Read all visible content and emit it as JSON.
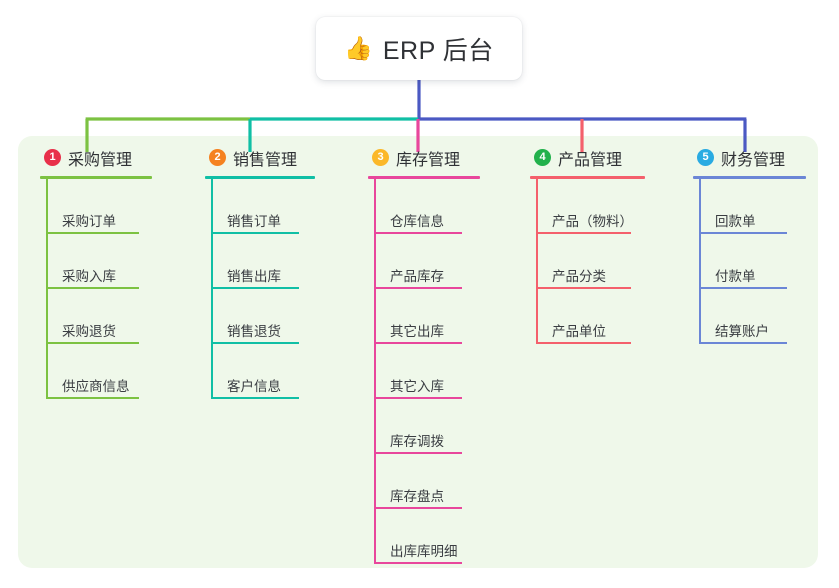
{
  "root": {
    "emoji": "👍",
    "emoji_name": "thumbs-up-icon",
    "title": "ERP 后台"
  },
  "theme": {
    "panel_bg": "#eff8ea",
    "card_bg": "#ffffff",
    "text": "#2f3135",
    "item_text": "#3a3d42",
    "trunk": "#4b59c3",
    "bar_left": "#7cc242",
    "bar_mid": "#10bfa5",
    "bar_right": "#4b59c3"
  },
  "columns": [
    {
      "index": "1",
      "title": "采购管理",
      "badge_color": "#e8304a",
      "line_color": "#7cc242",
      "drop_color": "#7cc242",
      "items": [
        "采购订单",
        "采购入库",
        "采购退货",
        "供应商信息"
      ]
    },
    {
      "index": "2",
      "title": "销售管理",
      "badge_color": "#f58220",
      "line_color": "#10bfa5",
      "drop_color": "#10bfa5",
      "items": [
        "销售订单",
        "销售出库",
        "销售退货",
        "客户信息"
      ]
    },
    {
      "index": "3",
      "title": "库存管理",
      "badge_color": "#fbb829",
      "line_color": "#e8479c",
      "drop_color": "#e8479c",
      "items": [
        "仓库信息",
        "产品库存",
        "其它出库",
        "其它入库",
        "库存调拨",
        "库存盘点",
        "出库库明细"
      ]
    },
    {
      "index": "4",
      "title": "产品管理",
      "badge_color": "#22b14c",
      "line_color": "#f4606c",
      "drop_color": "#f4606c",
      "items": [
        "产品（物料）",
        "产品分类",
        "产品单位"
      ]
    },
    {
      "index": "5",
      "title": "财务管理",
      "badge_color": "#29abe2",
      "line_color": "#6b86d6",
      "drop_color": "#4b59c3",
      "items": [
        "回款单",
        "付款单",
        "结算账户"
      ]
    }
  ]
}
